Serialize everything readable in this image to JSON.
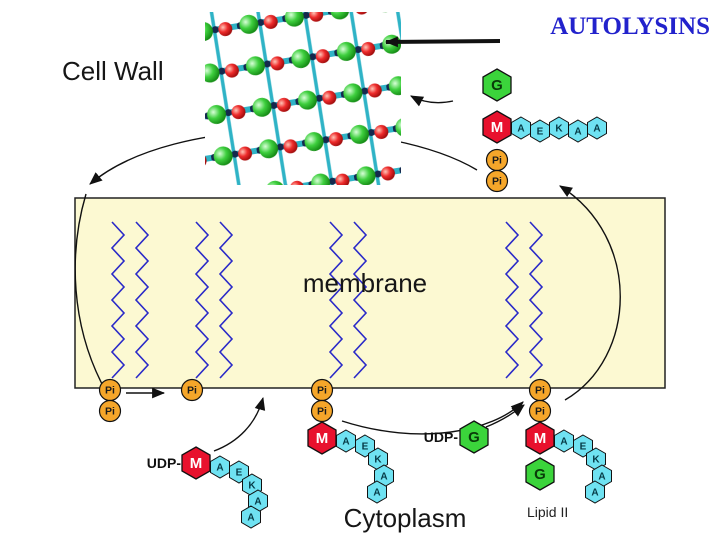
{
  "labels": {
    "autolysins": "AUTOLYSINS",
    "cell_wall": "Cell Wall",
    "membrane": "membrane",
    "cytoplasm": "Cytoplasm",
    "lipid_ii": "Lipid II"
  },
  "tokens": {
    "pi": "Pi",
    "udp": "UDP-"
  },
  "chains": {
    "wall_unit": {
      "g": "G",
      "m": "M",
      "residues": [
        "A",
        "E",
        "K",
        "A",
        "A"
      ],
      "pi": [
        "Pi",
        "Pi"
      ]
    },
    "udp_m_precursor": {
      "udp": "UDP-",
      "m": "M",
      "residues": [
        "A",
        "E",
        "K",
        "A",
        "A"
      ]
    },
    "lipid_i": {
      "m": "M",
      "residues": [
        "A",
        "E",
        "K",
        "A",
        "A"
      ],
      "pi": [
        "Pi",
        "Pi"
      ]
    },
    "lipid_ii": {
      "m": "M",
      "g": "G",
      "residues": [
        "A",
        "E",
        "K",
        "A",
        "A"
      ],
      "pi": [
        "Pi",
        "Pi"
      ]
    },
    "udp_g_precursor": {
      "udp": "UDP-",
      "g": "G"
    }
  },
  "membrane_carriers": {
    "group1": [
      "Pi",
      "Pi"
    ],
    "group2": [
      "Pi"
    ]
  },
  "colors": {
    "autolysins_text": "#2222cc",
    "membrane_fill": "#fcf9d2",
    "pi_fill": "#f5a62a",
    "m_fill": "#e8112d",
    "g_fill": "#3bd43b",
    "residue_fill": "#6fe2f2",
    "zigzag": "#2a2ac8",
    "arrow": "#111111"
  }
}
